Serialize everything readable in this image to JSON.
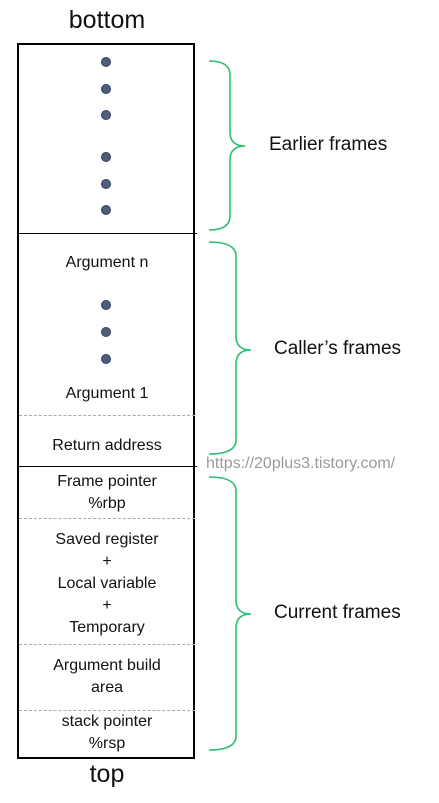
{
  "labels": {
    "bottom": "bottom",
    "top": "top"
  },
  "cells": {
    "argument_n": "Argument n",
    "argument_1": "Argument 1",
    "return_address": "Return address",
    "frame_pointer_1": "Frame pointer",
    "frame_pointer_2": "%rbp",
    "saved_1": "Saved register",
    "saved_2": "+",
    "saved_3": "Local variable",
    "saved_4": "+",
    "saved_5": "Temporary",
    "arg_build_1": "Argument build",
    "arg_build_2": "area",
    "stack_pointer_1": "stack pointer",
    "stack_pointer_2": "%rsp"
  },
  "groups": {
    "earlier": "Earlier frames",
    "caller": "Caller’s frames",
    "current": "Current frames"
  },
  "watermark": "https://20plus3.tistory.com/",
  "colors": {
    "brace": "#2fbf71",
    "dot": "#4f5e7d"
  }
}
